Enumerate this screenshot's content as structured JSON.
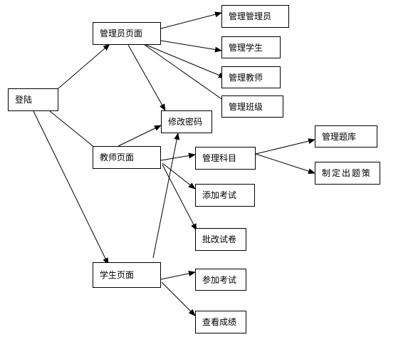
{
  "nodes": {
    "login": "登陆",
    "admin_page": "管理员页面",
    "teacher_page": "教师页面",
    "student_page": "学生页面",
    "change_password": "修改密码",
    "manage_admins": "管理管理员",
    "manage_students": "管理学生",
    "manage_teachers": "管理教师",
    "manage_classes": "管理班级",
    "manage_subjects": "管理科目",
    "add_exam": "添加考试",
    "grade_papers": "批改试卷",
    "manage_question_bank": "管理题库",
    "create_exam_strategy": "制定出题策",
    "join_exam": "参加考试",
    "view_scores": "查看成绩"
  },
  "edges": [
    {
      "from": "login",
      "to": "admin_page"
    },
    {
      "from": "login",
      "to": "teacher_page"
    },
    {
      "from": "login",
      "to": "student_page"
    },
    {
      "from": "admin_page",
      "to": "manage_admins"
    },
    {
      "from": "admin_page",
      "to": "manage_students"
    },
    {
      "from": "admin_page",
      "to": "manage_teachers"
    },
    {
      "from": "admin_page",
      "to": "manage_classes"
    },
    {
      "from": "admin_page",
      "to": "change_password"
    },
    {
      "from": "teacher_page",
      "to": "change_password"
    },
    {
      "from": "student_page",
      "to": "change_password"
    },
    {
      "from": "teacher_page",
      "to": "manage_subjects"
    },
    {
      "from": "teacher_page",
      "to": "add_exam"
    },
    {
      "from": "teacher_page",
      "to": "grade_papers"
    },
    {
      "from": "manage_subjects",
      "to": "manage_question_bank"
    },
    {
      "from": "manage_subjects",
      "to": "create_exam_strategy"
    },
    {
      "from": "student_page",
      "to": "join_exam"
    },
    {
      "from": "student_page",
      "to": "view_scores"
    }
  ],
  "colors": {
    "line": "#000000",
    "box_border": "#000000",
    "background": "#ffffff"
  }
}
